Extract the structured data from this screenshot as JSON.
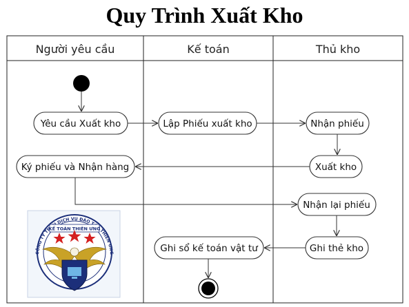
{
  "title": "Quy Trình Xuất Kho",
  "lanes": [
    "Người yêu cầu",
    "Kế toán",
    "Thủ kho"
  ],
  "nodes": {
    "yeu_cau": "Yêu cầu Xuất kho",
    "ky_phieu": "Ký phiếu và Nhận hàng",
    "lap_phieu": "Lập Phiếu xuất kho",
    "ghi_so": "Ghi sổ kế toán vật tư",
    "nhan_phieu": "Nhận phiếu",
    "xuat_kho": "Xuất kho",
    "nhan_lai_phieu": "Nhận lại phiếu",
    "ghi_the_kho": "Ghi thẻ kho"
  },
  "logo": {
    "arc_text": "CÔNG TY TNHH DỊCH VỤ ĐÀO TẠO THIÊN ƯNG",
    "brand": "KẾ TOÁN THIÊN ƯNG",
    "colors": {
      "navy": "#1c2f7a",
      "red": "#d42020",
      "gold": "#c9a227",
      "sky": "#6fb6e6"
    }
  },
  "colors": {
    "line": "#222222",
    "node_fill": "#ffffff"
  }
}
